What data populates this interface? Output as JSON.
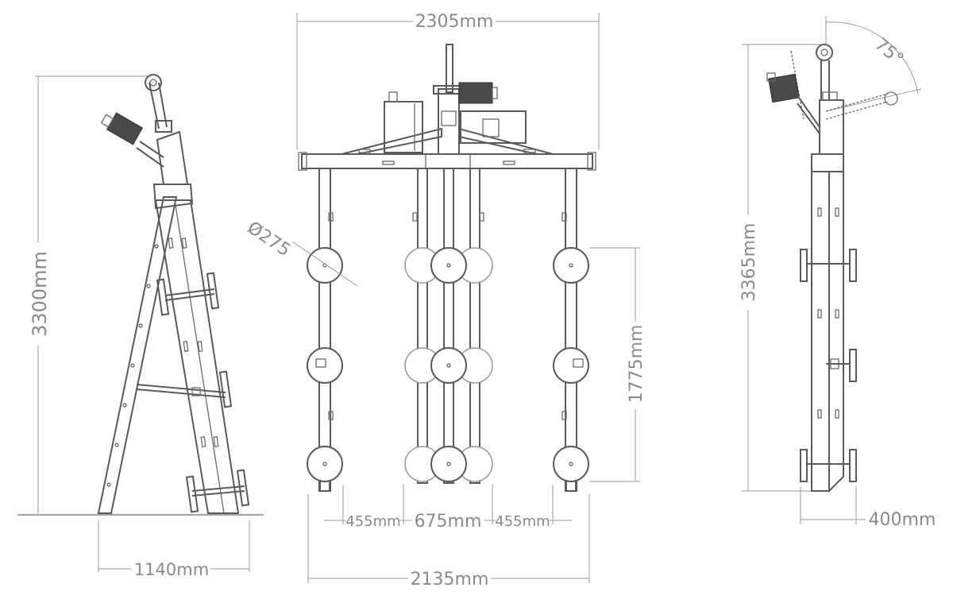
{
  "colors": {
    "line": "#5a5a5a",
    "dimension": "#9a9a9a",
    "text": "#8a8a8a",
    "background": "#ffffff"
  },
  "side_view": {
    "height_label": "3300mm",
    "base_width_label": "1140mm"
  },
  "front_view": {
    "top_width_label": "2305mm",
    "cup_diameter_label": "Ø275",
    "cup_spacing_label": "1775mm",
    "gap_left_label": "455mm",
    "gap_center_label": "675mm",
    "gap_right_label": "455mm",
    "bottom_width_label": "2135mm"
  },
  "rear_view": {
    "height_label": "3365mm",
    "tilt_angle_label": "75°",
    "depth_label": "400mm"
  }
}
